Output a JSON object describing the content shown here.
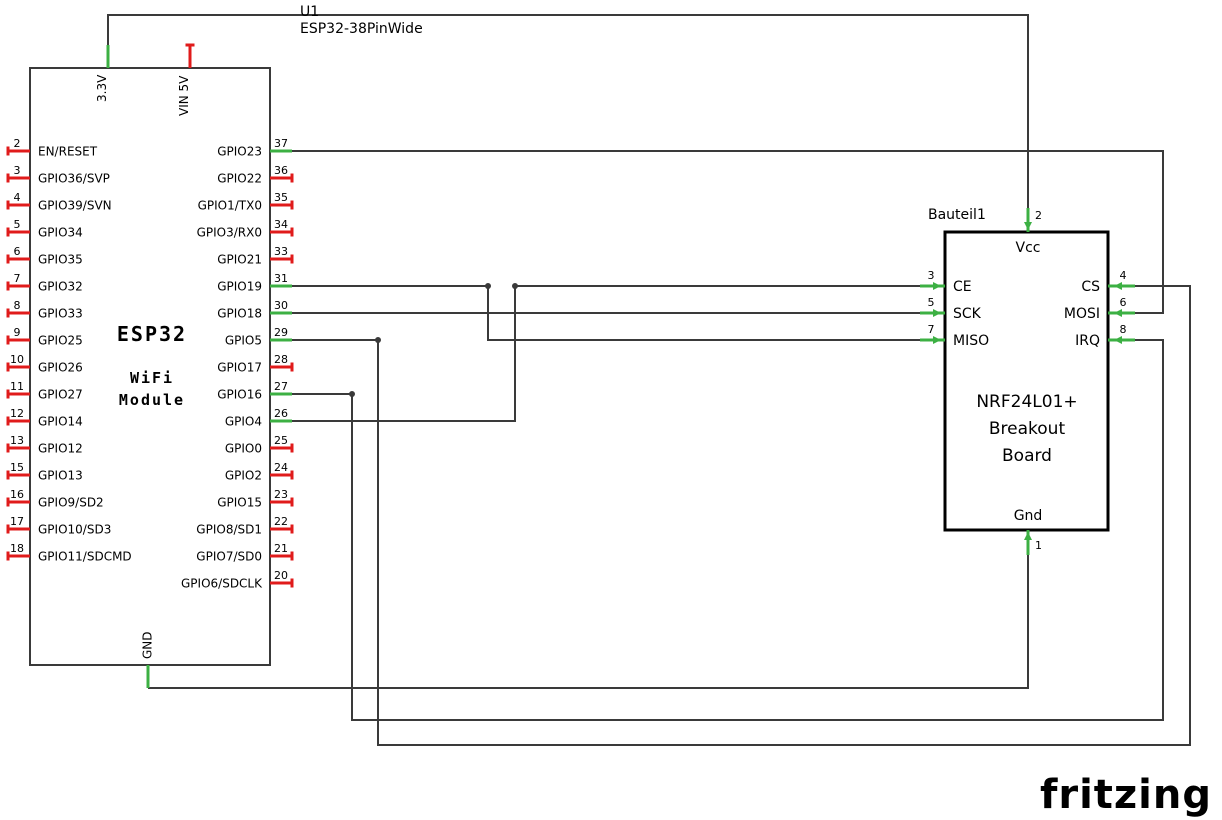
{
  "schematic": {
    "ref_label": "U1",
    "part_label": "ESP32-38PinWide",
    "watermark": "fritzing"
  },
  "colors": {
    "wire": "#3a3a3a",
    "connected_pin": "#3cb043",
    "unconnected_pin": "#e01b1b",
    "esp_border": "#3a3a3a",
    "nrf_border": "#000000",
    "watermark": "#9c9c9c"
  },
  "esp32": {
    "center": [
      "ESP32",
      "WiFi",
      "Module"
    ],
    "top_pins": [
      {
        "label": "3.3V",
        "connected": true
      },
      {
        "label": "VIN 5V",
        "connected": false
      }
    ],
    "bottom_pins": [
      {
        "label": "GND",
        "connected": true
      }
    ],
    "left_pins": [
      {
        "num": "2",
        "label": "EN/RESET",
        "connected": false
      },
      {
        "num": "3",
        "label": "GPIO36/SVP",
        "connected": false
      },
      {
        "num": "4",
        "label": "GPIO39/SVN",
        "connected": false
      },
      {
        "num": "5",
        "label": "GPIO34",
        "connected": false
      },
      {
        "num": "6",
        "label": "GPIO35",
        "connected": false
      },
      {
        "num": "7",
        "label": "GPIO32",
        "connected": false
      },
      {
        "num": "8",
        "label": "GPIO33",
        "connected": false
      },
      {
        "num": "9",
        "label": "GPIO25",
        "connected": false
      },
      {
        "num": "10",
        "label": "GPIO26",
        "connected": false
      },
      {
        "num": "11",
        "label": "GPIO27",
        "connected": false
      },
      {
        "num": "12",
        "label": "GPIO14",
        "connected": false
      },
      {
        "num": "13",
        "label": "GPIO12",
        "connected": false
      },
      {
        "num": "15",
        "label": "GPIO13",
        "connected": false
      },
      {
        "num": "16",
        "label": "GPIO9/SD2",
        "connected": false
      },
      {
        "num": "17",
        "label": "GPIO10/SD3",
        "connected": false
      },
      {
        "num": "18",
        "label": "GPIO11/SDCMD",
        "connected": false
      }
    ],
    "right_pins": [
      {
        "num": "37",
        "label": "GPIO23",
        "connected": true
      },
      {
        "num": "36",
        "label": "GPIO22",
        "connected": false
      },
      {
        "num": "35",
        "label": "GPIO1/TX0",
        "connected": false
      },
      {
        "num": "34",
        "label": "GPIO3/RX0",
        "connected": false
      },
      {
        "num": "33",
        "label": "GPIO21",
        "connected": false
      },
      {
        "num": "31",
        "label": "GPIO19",
        "connected": true
      },
      {
        "num": "30",
        "label": "GPIO18",
        "connected": true
      },
      {
        "num": "29",
        "label": "GPIO5",
        "connected": true
      },
      {
        "num": "28",
        "label": "GPIO17",
        "connected": false
      },
      {
        "num": "27",
        "label": "GPIO16",
        "connected": true
      },
      {
        "num": "26",
        "label": "GPIO4",
        "connected": true
      },
      {
        "num": "25",
        "label": "GPIO0",
        "connected": false
      },
      {
        "num": "24",
        "label": "GPIO2",
        "connected": false
      },
      {
        "num": "23",
        "label": "GPIO15",
        "connected": false
      },
      {
        "num": "22",
        "label": "GPIO8/SD1",
        "connected": false
      },
      {
        "num": "21",
        "label": "GPIO7/SD0",
        "connected": false
      },
      {
        "num": "20",
        "label": "GPIO6/SDCLK",
        "connected": false
      }
    ]
  },
  "nrf": {
    "ref_label": "Bauteil1",
    "center": [
      "NRF24L01+",
      "Breakout",
      "Board"
    ],
    "top_pin": {
      "num": "2",
      "label": "Vcc",
      "connected": true
    },
    "bottom_pin": {
      "num": "1",
      "label": "Gnd",
      "connected": true
    },
    "left_pins": [
      {
        "num": "3",
        "label": "CE",
        "connected": true
      },
      {
        "num": "5",
        "label": "SCK",
        "connected": true
      },
      {
        "num": "7",
        "label": "MISO",
        "connected": true
      }
    ],
    "right_pins": [
      {
        "num": "4",
        "label": "CS",
        "connected": true
      },
      {
        "num": "6",
        "label": "MOSI",
        "connected": true
      },
      {
        "num": "8",
        "label": "IRQ",
        "connected": true
      }
    ]
  },
  "connections": [
    {
      "from": "ESP32 3.3V",
      "to": "NRF24 Vcc (2)"
    },
    {
      "from": "ESP32 GND",
      "to": "NRF24 Gnd (1)"
    },
    {
      "from": "ESP32 GPIO23 (37)",
      "to": "NRF24 MOSI (6)"
    },
    {
      "from": "ESP32 GPIO19 (31)",
      "to": "NRF24 MISO (7)"
    },
    {
      "from": "ESP32 GPIO18 (30)",
      "to": "NRF24 SCK (5)"
    },
    {
      "from": "ESP32 GPIO5 (29)",
      "to": "NRF24 CS (4)"
    },
    {
      "from": "ESP32 GPIO16 (27)",
      "to": "NRF24 IRQ (8)"
    },
    {
      "from": "ESP32 GPIO4 (26)",
      "to": "NRF24 CE (3)"
    }
  ]
}
